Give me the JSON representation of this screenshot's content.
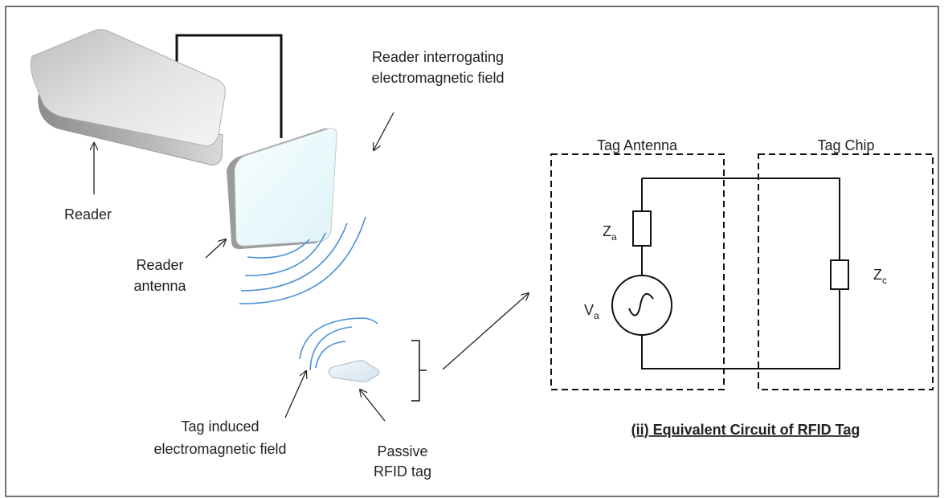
{
  "labels": {
    "reader": "Reader",
    "reader_antenna_line1": "Reader",
    "reader_antenna_line2": "antenna",
    "interrogating_line1": "Reader interrogating",
    "interrogating_line2": "electromagnetic field",
    "tag_field_line1": "Tag induced",
    "tag_field_line2": "electromagnetic field",
    "passive_line1": "Passive",
    "passive_line2": "RFID tag"
  },
  "circuit": {
    "antenna_box_label": "Tag Antenna",
    "chip_box_label": "Tag Chip",
    "za_main": "Z",
    "za_sub": "a",
    "va_main": "V",
    "va_sub": "a",
    "zc_main": "Z",
    "zc_sub": "c",
    "caption": "(ii) Equivalent Circuit of RFID Tag"
  }
}
